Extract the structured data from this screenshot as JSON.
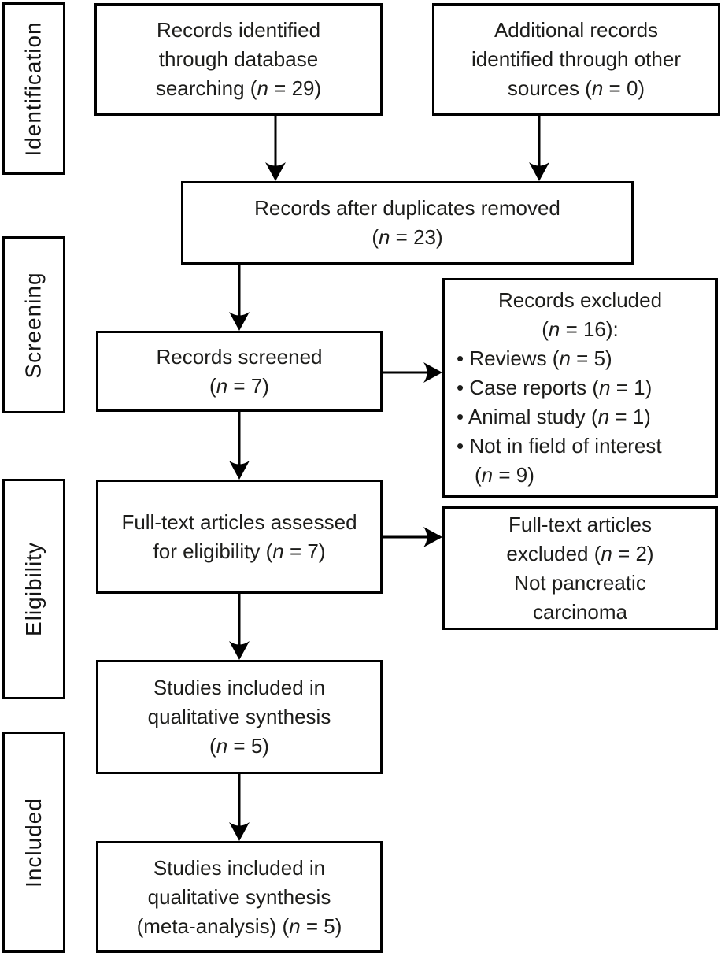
{
  "page": {
    "background": "#ffffff",
    "border_color": "#000000",
    "text_color": "#1d1d1b"
  },
  "sidebar": {
    "stages": [
      {
        "label": "Identification"
      },
      {
        "label": "Screening"
      },
      {
        "label": "Eligibility"
      },
      {
        "label": "Included"
      }
    ]
  },
  "flow": {
    "boxes": [
      {
        "id": "records-identified",
        "lines": [
          {
            "t": "Records identified",
            "a": "c"
          },
          {
            "t": "through database",
            "a": "c"
          },
          {
            "t": "searching (n = 29)",
            "a": "c"
          }
        ]
      },
      {
        "id": "additional-records",
        "lines": [
          {
            "t": "Additional records",
            "a": "c"
          },
          {
            "t": "identified through other",
            "a": "c"
          },
          {
            "t": "sources (n = 0)",
            "a": "c"
          }
        ]
      },
      {
        "id": "duplicates-removed",
        "lines": [
          {
            "t": "Records after duplicates removed",
            "a": "c"
          },
          {
            "t": "(n = 23)",
            "a": "c"
          }
        ]
      },
      {
        "id": "records-screened",
        "lines": [
          {
            "t": "Records screened",
            "a": "c"
          },
          {
            "t": "(n = 7)",
            "a": "c"
          }
        ]
      },
      {
        "id": "records-excluded",
        "lines": [
          {
            "t": "Records excluded",
            "a": "c"
          },
          {
            "t": "(n = 16):",
            "a": "c"
          },
          {
            "t": "• Reviews (n = 5)",
            "a": "b"
          },
          {
            "t": "• Case reports (n = 1)",
            "a": "b"
          },
          {
            "t": "• Animal study (n = 1)",
            "a": "b"
          },
          {
            "t": "• Not in field of interest",
            "a": "b"
          },
          {
            "t": "(n = 9)",
            "a": "bc"
          }
        ]
      },
      {
        "id": "fulltext-assessed",
        "lines": [
          {
            "t": "Full-text articles assessed",
            "a": "c"
          },
          {
            "t": "for eligibility (n = 7)",
            "a": "c"
          }
        ]
      },
      {
        "id": "fulltext-excluded",
        "lines": [
          {
            "t": "Full-text articles",
            "a": "c"
          },
          {
            "t": "excluded (n = 2)",
            "a": "c"
          },
          {
            "t": "Not pancreatic",
            "a": "c"
          },
          {
            "t": "carcinoma",
            "a": "c"
          }
        ]
      },
      {
        "id": "qualitative-synthesis",
        "lines": [
          {
            "t": "Studies included in",
            "a": "c"
          },
          {
            "t": "qualitative synthesis",
            "a": "c"
          },
          {
            "t": "(n = 5)",
            "a": "c"
          }
        ]
      },
      {
        "id": "meta-analysis",
        "lines": [
          {
            "t": "Studies included in",
            "a": "c"
          },
          {
            "t": "qualitative synthesis",
            "a": "c"
          },
          {
            "t": "(meta-analysis) (n = 5)",
            "a": "c"
          }
        ]
      }
    ]
  }
}
